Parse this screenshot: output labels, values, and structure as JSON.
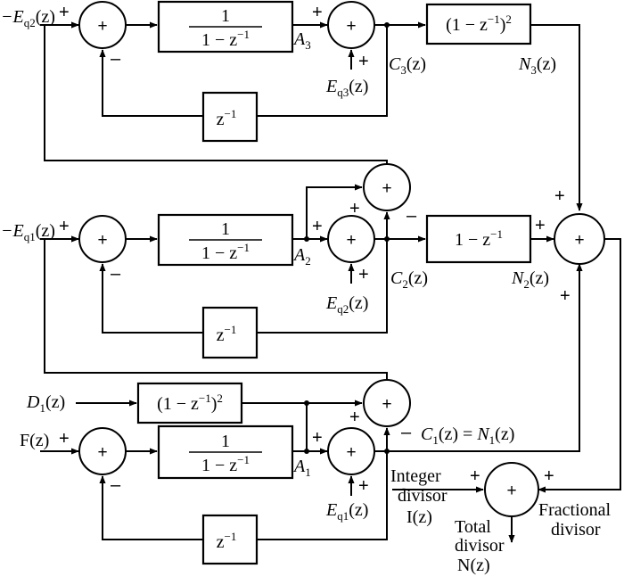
{
  "signals": {
    "neg_eq2": "−E",
    "eq2_sub": "q2",
    "neg_eq1": "−E",
    "eq1_sub": "q1",
    "d1": "D",
    "d1_sub": "1",
    "fz": "F(z)",
    "a3": "A",
    "a3_sub": "3",
    "a2": "A",
    "a2_sub": "2",
    "a1": "A",
    "a1_sub": "1",
    "c3": "C",
    "c3_sub": "3",
    "c2": "C",
    "c2_sub": "2",
    "c1_eq": "C",
    "c1_sub": "1",
    "n1": "N",
    "n1_sub": "1",
    "n3": "N",
    "n3_sub": "3",
    "n2": "N",
    "n2_sub": "2",
    "eq3": "E",
    "eq3_sub": "q3",
    "eq2b": "E",
    "eq2b_sub": "q2",
    "eq1b": "E",
    "eq1b_sub": "q1",
    "of_z": "(z)",
    "eq_sign": " = ",
    "integer_divisor": [
      "Integer",
      "divisor"
    ],
    "i_z": "I(z)",
    "fractional_divisor": [
      "Fractional",
      "divisor"
    ],
    "total_divisor": [
      "Total",
      "divisor"
    ],
    "n_z": "N(z)"
  },
  "blocks": {
    "acc_num": "1",
    "acc_den": "1 − z",
    "exp": "−1",
    "delay": "z",
    "diff2": "(1 − z",
    "diff2_close": ")",
    "sq": "2",
    "diff1": "1 − z"
  },
  "signs": {
    "plus": "+",
    "minus": "–"
  }
}
